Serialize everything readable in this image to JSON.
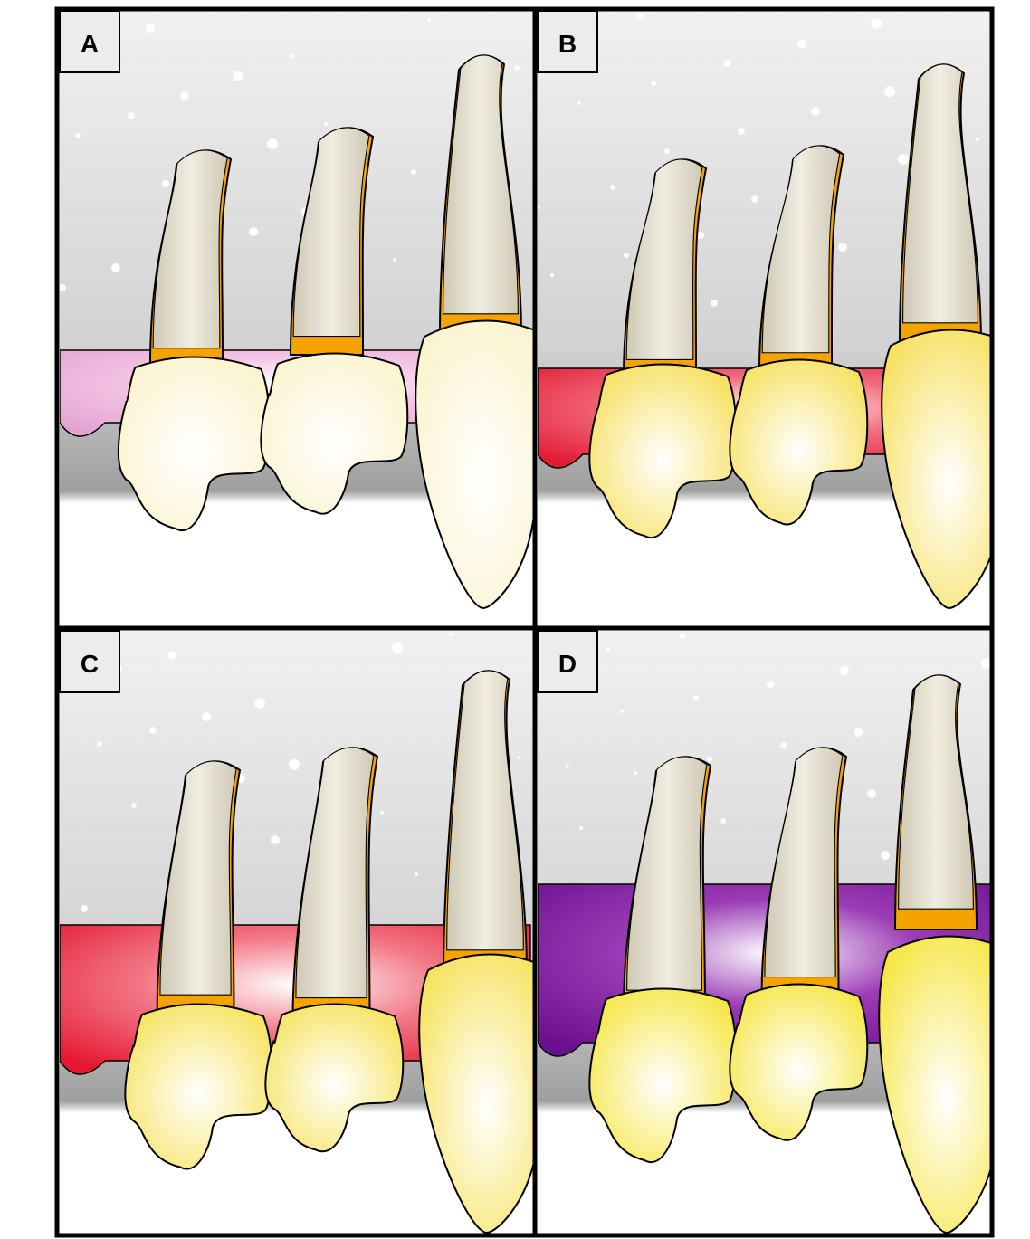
{
  "figure": {
    "panels": [
      {
        "id": "A",
        "label": "A",
        "stage": "healthy",
        "gingiva_color": "#f4c6e6",
        "gingiva_edge": "#e3a3d2",
        "crown_color": "#fbf3cc"
      },
      {
        "id": "B",
        "label": "B",
        "stage": "gingivitis",
        "gingiva_color": "#f26d7d",
        "gingiva_edge": "#e21b34",
        "crown_color": "#f7df5a"
      },
      {
        "id": "C",
        "label": "C",
        "stage": "inflamed",
        "gingiva_color": "#f27a88",
        "gingiva_edge": "#e41830",
        "crown_color": "#f6e25a"
      },
      {
        "id": "D",
        "label": "D",
        "stage": "severe",
        "gingiva_color": "#9b3bb5",
        "gingiva_edge": "#6c0f8e",
        "crown_color": "#f6e53f"
      }
    ],
    "colors": {
      "enamel_outline": "#f5a300",
      "root": "#ded9c8",
      "background_top": "#e6e6e6",
      "background_mid": "#a9a9a9",
      "frame": "#000000"
    }
  }
}
